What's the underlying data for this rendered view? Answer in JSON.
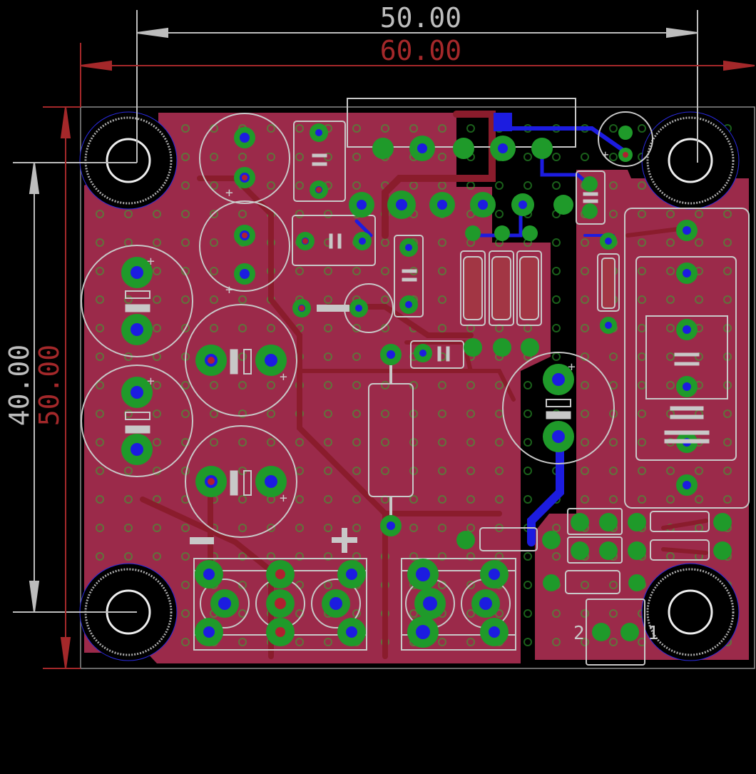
{
  "dimensions": {
    "top_inner_label": "50.00",
    "top_outer_label": "60.00",
    "left_inner_label": "40.00",
    "left_outer_label": "50.00"
  },
  "silk_labels": {
    "minus": "−",
    "plus": "+",
    "pin_two": "2",
    "pin_one": "1",
    "polarity_plus": "+"
  },
  "colors": {
    "background": "#000000",
    "copper_top": "#9b2a4a",
    "copper_trace": "#8a1c2c",
    "copper_bottom": "#1c1ce0",
    "pad": "#1f9a2a",
    "silkscreen": "#c8c8c8",
    "dimension_gray": "#bdbdbd",
    "dimension_red": "#a4282a"
  }
}
